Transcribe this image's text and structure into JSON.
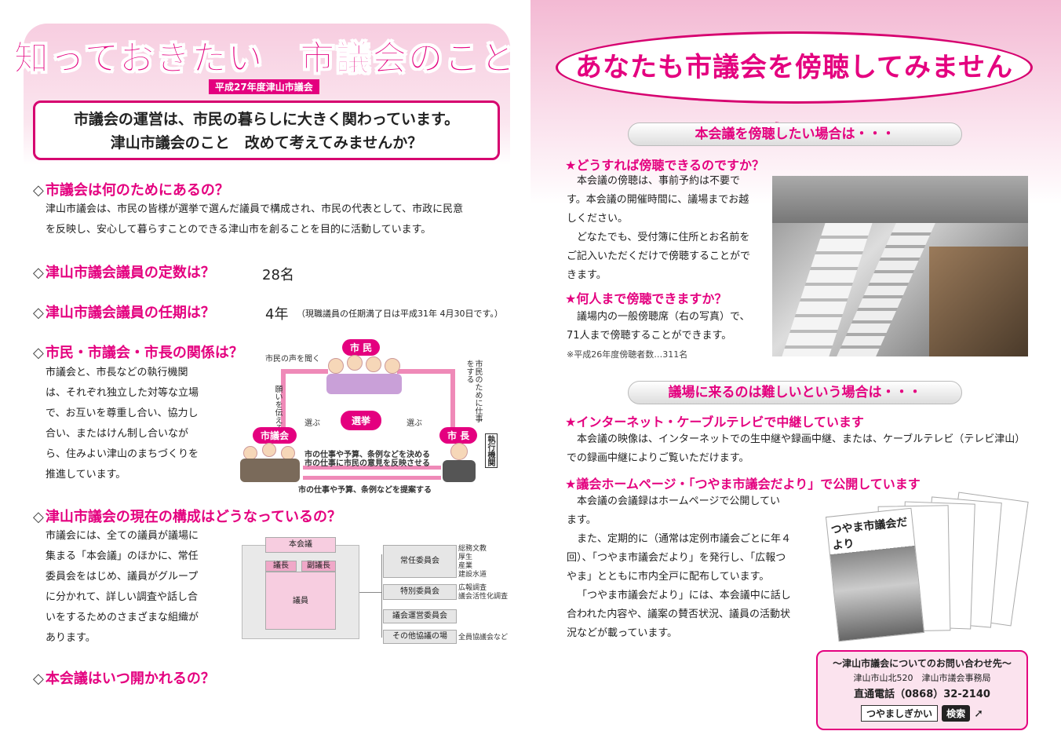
{
  "left": {
    "title": "知っておきたい　市議会のこと",
    "subtitle": "平成27年度津山市議会",
    "intro": [
      "市議会の運営は、市民の暮らしに大きく関わっています。",
      "津山市議会のこと　改めて考えてみませんか？"
    ],
    "q1": {
      "head": "市議会は何のためにあるの？",
      "text": [
        "津山市議会は、市民の皆様が選挙で選んだ議員で構成され、市民の代表として、市政に民意",
        "を反映し、安心して暮らすことのできる津山市を創ることを目的に活動しています。"
      ]
    },
    "q2": {
      "head": "津山市議会議員の定数は？",
      "answer": "28名"
    },
    "q3": {
      "head": "津山市議会議員の任期は？",
      "answer": "4年",
      "note": "（現職議員の任期満了日は平成31年 4月30日です。）"
    },
    "q4": {
      "head": "市民・市議会・市長の関係は？",
      "text": [
        "市議会と、市長などの執行機関",
        "は、それぞれ独立した対等な立場",
        "で、お互いを尊重し合い、協力し",
        "合い、またはけん制し合いなが",
        "ら、住みよい津山のまちづくりを",
        "推進しています。"
      ]
    },
    "diagram": {
      "citizen": "市 民",
      "council": "市議会",
      "mayor": "市 長",
      "election": "選挙",
      "vote_left": "選ぶ",
      "vote_right": "選ぶ",
      "hear_voice": "市民の声を聞く",
      "petition": "願いを伝える",
      "work_for": "市民のために仕事をする",
      "executive": "執行機関",
      "decide": "市の仕事や予算、条例などを決める",
      "reflect": "市の仕事に市民の意見を反映させる",
      "propose": "市の仕事や予算、条例などを提案する"
    },
    "q5": {
      "head": "津山市議会の現在の構成はどうなっているの？",
      "text": [
        "市議会には、全ての議員が議場に",
        "集まる「本会議」のほかに、常任",
        "委員会をはじめ、議員がグループ",
        "に分かれて、詳しい調査や話し合",
        "いをするためのさまざまな組織が",
        "あります。"
      ]
    },
    "structure": {
      "plenary": "本会議",
      "chair": "議長",
      "vice_chair": "副議長",
      "members": "議員",
      "standing": "常任委員会",
      "special": "特別委員会",
      "steering": "議会運営委員会",
      "other": "その他協議の場",
      "standing_list": [
        "総務文教",
        "厚生",
        "産業",
        "建設水道"
      ],
      "special_list": [
        "広報調査",
        "議会活性化調査"
      ],
      "other_list": [
        "全員協議会など"
      ]
    },
    "q6": {
      "head": "本会議はいつ開かれるの？"
    }
  },
  "right": {
    "title": "あなたも市議会を傍聴してみませんか？",
    "bar1": "本会議を傍聴したい場合は・・・",
    "s1": {
      "head": "★どうすれば傍聴できるのですか？",
      "text": [
        "本会議の傍聴は、事前予約は不要で",
        "す。本会議の開催時間に、議場までお越",
        "しください。",
        "どなたでも、受付簿に住所とお名前を",
        "ご記入いただくだけで傍聴することがで",
        "きます。"
      ]
    },
    "s2": {
      "head": "★何人まで傍聴できますか？",
      "text": [
        "議場内の一般傍聴席（右の写真）で、",
        "71人まで傍聴することができます。"
      ],
      "note": "※平成26年度傍聴者数…311名"
    },
    "bar2": "議場に来るのは難しいという場合は・・・",
    "s3": {
      "head": "★インターネット・ケーブルテレビで中継しています",
      "text": [
        "本会議の映像は、インターネットでの生中継や録画中継、または、ケーブルテレビ（テレビ津山）",
        "での録画中継によりご覧いただけます。"
      ]
    },
    "s4": {
      "head": "★議会ホームページ・「つやま市議会だより」で公開しています",
      "text": [
        "本会議の会議録はホームページで公開してい",
        "ます。",
        "また、定期的に（通常は定例市議会ごとに年４",
        "回）、「つやま市議会だより」を発行し、「広報つ",
        "やま」とともに市内全戸に配布しています。",
        "「つやま市議会だより」には、本会議中に話し",
        "合われた内容や、議案の賛否状況、議員の活動状",
        "況などが載っています。"
      ]
    },
    "brochure_title": "つやま市議会だより",
    "contact": {
      "title": "〜津山市議会についてのお問い合わせ先〜",
      "address": "津山市山北520　津山市議会事務局",
      "phone": "直通電話（0868）32-2140",
      "search_term": "つやましぎかい",
      "search_button": "検索"
    }
  }
}
